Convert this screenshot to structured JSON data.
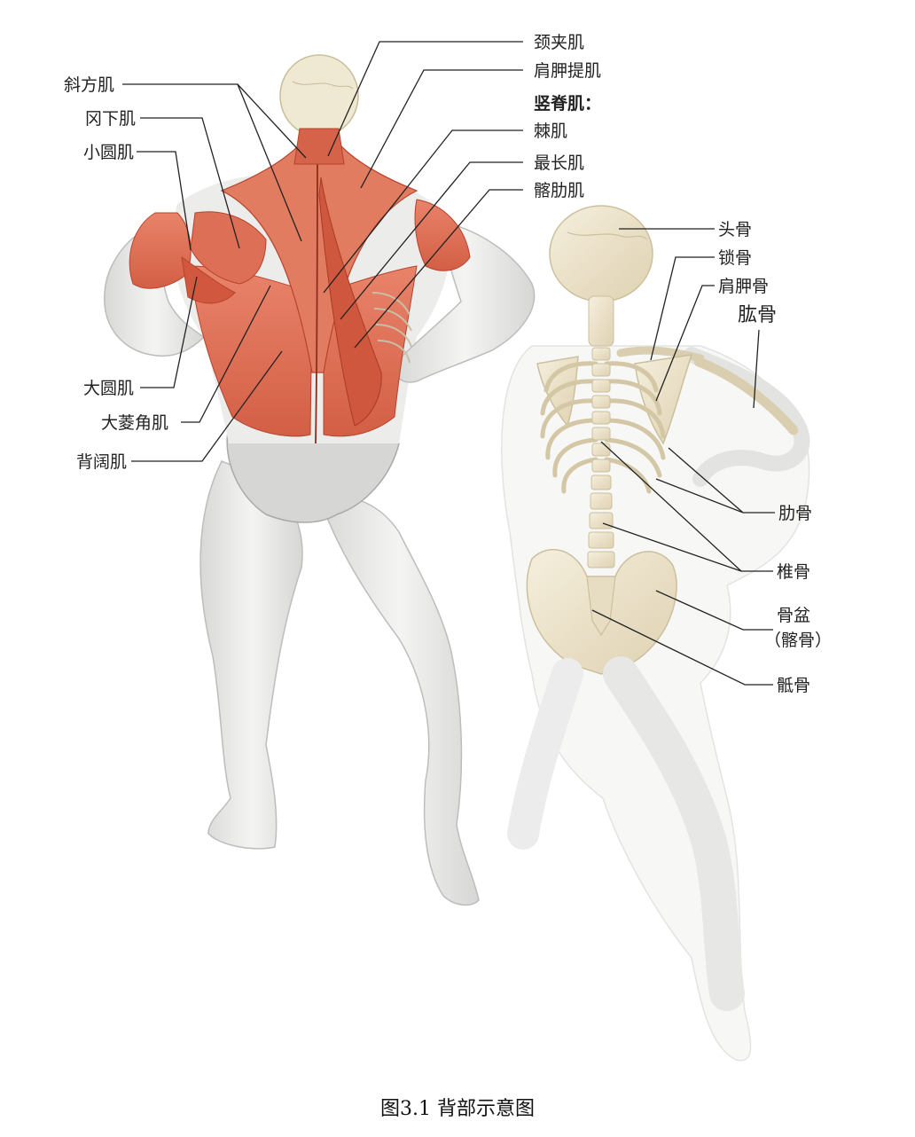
{
  "muscle_labels": {
    "trapezius": "斜方肌",
    "infraspinatus": "冈下肌",
    "teres_minor": "小圆肌",
    "teres_major": "大圆肌",
    "rhomboid": "大菱角肌",
    "latissimus": "背阔肌",
    "splenius": "颈夹肌",
    "levator_scapulae": "肩胛提肌",
    "erector_spinae": "竖脊肌：",
    "spinalis": "棘肌",
    "longissimus": "最长肌",
    "iliocostalis": "髂肋肌"
  },
  "bone_labels": {
    "skull": "头骨",
    "clavicle": "锁骨",
    "scapula": "肩胛骨",
    "humerus": "肱骨",
    "ribs": "肋骨",
    "vertebrae": "椎骨",
    "pelvis": "骨盆",
    "ilium": "（髂骨）",
    "sacrum": "骶骨"
  },
  "caption": "图3.1 背部示意图",
  "colors": {
    "muscle": "#e07a5f",
    "muscle_dark": "#c9513a",
    "skin": "#f2f2f1",
    "skin_shade": "#d9d9d8",
    "bone": "#efe6cf",
    "bone_dark": "#d8ccac"
  }
}
